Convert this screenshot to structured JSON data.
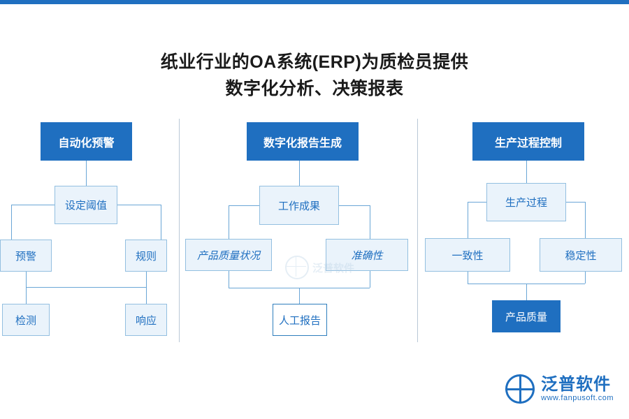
{
  "title": {
    "line1": "纸业行业的OA系统(ERP)为质检员提供",
    "line2": "数字化分析、决策报表"
  },
  "columns": [
    {
      "header": "自动化预警",
      "nodes": [
        {
          "label": "设定阈值"
        },
        {
          "label": "预警"
        },
        {
          "label": "规则"
        },
        {
          "label": "检测"
        },
        {
          "label": "响应"
        }
      ]
    },
    {
      "header": "数字化报告生成",
      "nodes": [
        {
          "label": "工作成果"
        },
        {
          "label": "产品质量状况"
        },
        {
          "label": "准确性"
        },
        {
          "label": "人工报告"
        }
      ]
    },
    {
      "header": "生产过程控制",
      "nodes": [
        {
          "label": "生产过程"
        },
        {
          "label": "一致性"
        },
        {
          "label": "稳定性"
        },
        {
          "label": "产品质量"
        }
      ]
    }
  ],
  "watermark": {
    "center_text": "泛普软件",
    "logo_cn": "泛普软件",
    "logo_en": "www.fanpusoft.com"
  },
  "colors": {
    "accent": "#1f6fc0",
    "light_fill": "#eaf3fb",
    "line": "#6aa6d6",
    "border": "#2e7ebd"
  }
}
